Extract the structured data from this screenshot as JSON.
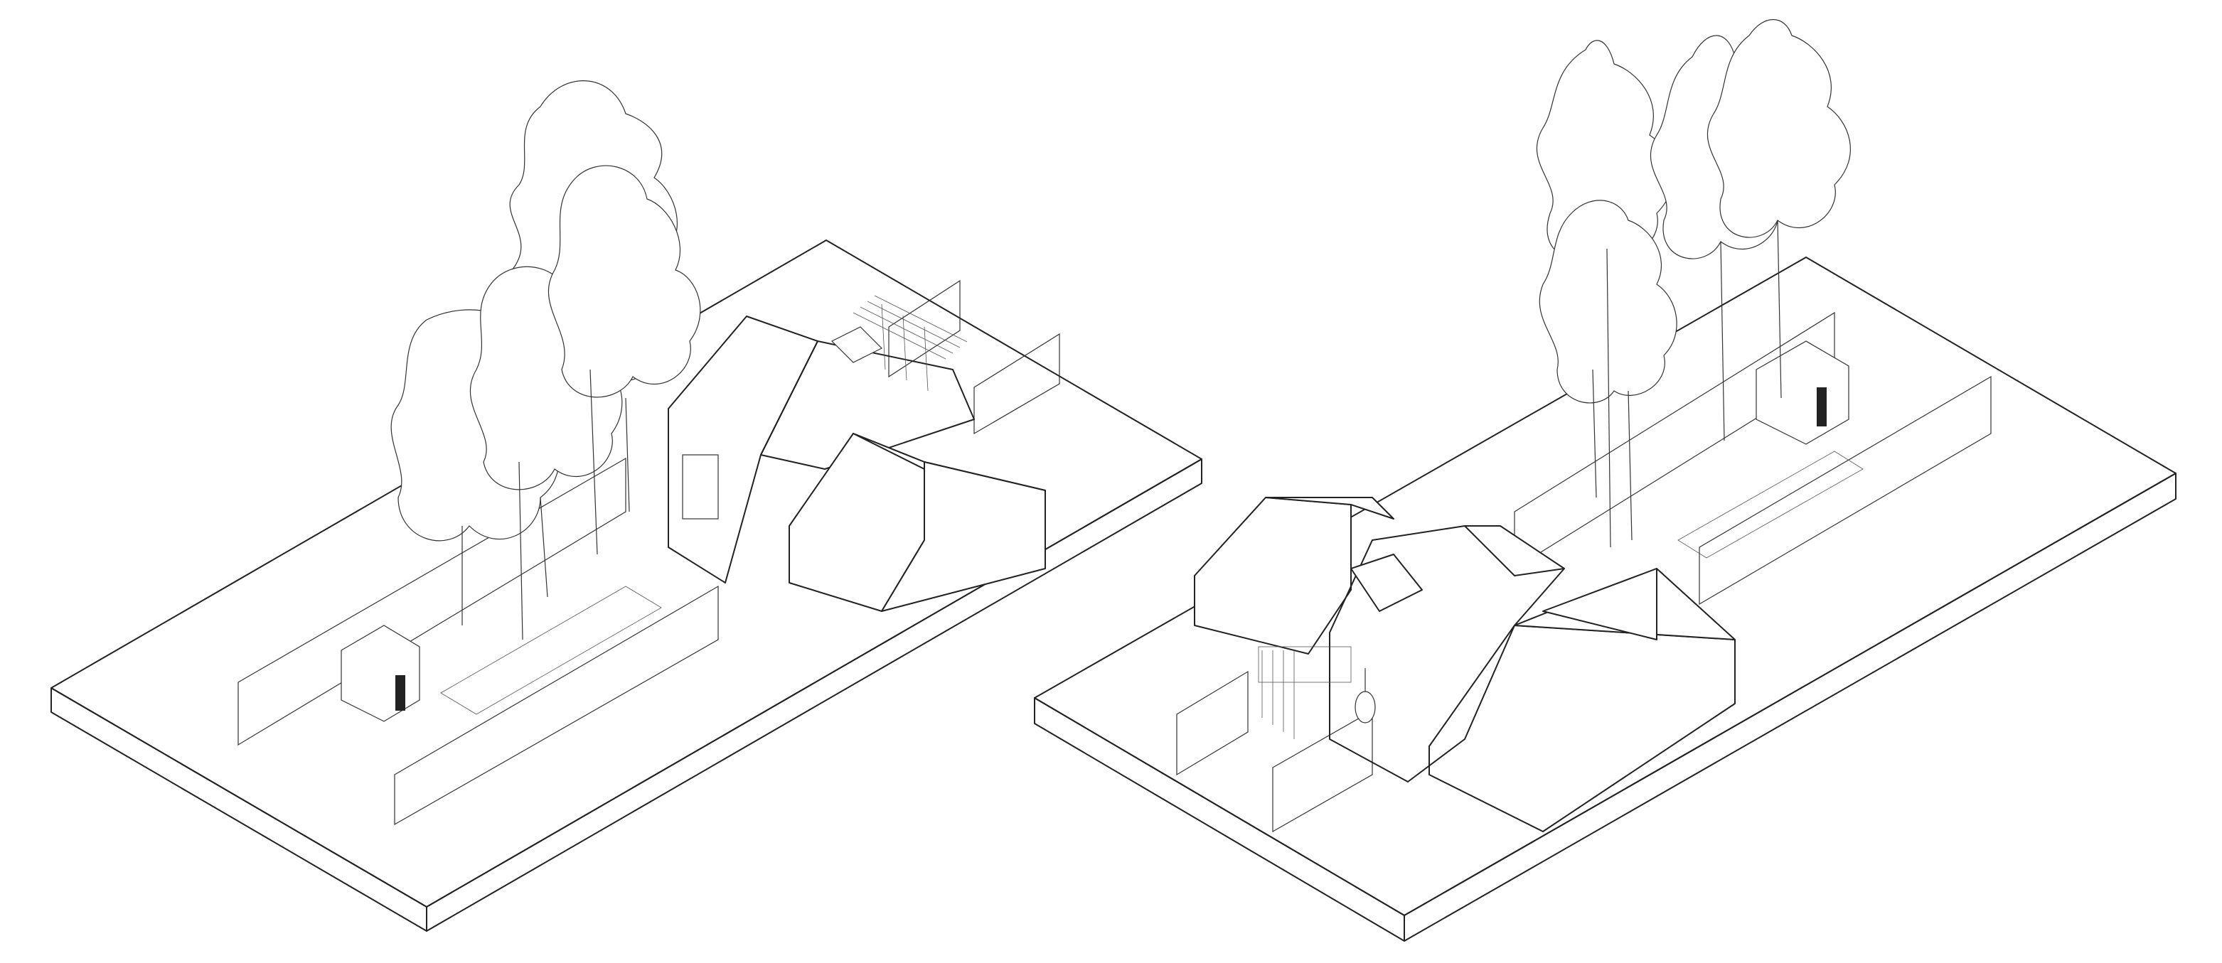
{
  "drawing": {
    "type": "axonometric-site-diagram",
    "views": [
      {
        "id": "view-1",
        "description_visible_text": ""
      },
      {
        "id": "view-2",
        "description_visible_text": ""
      }
    ],
    "palette": {
      "line": "#222222",
      "background": "#ffffff",
      "hatch": "#555555"
    },
    "icon_names": [
      "tree",
      "fence",
      "house-gable",
      "brick-extension",
      "skylight",
      "gate",
      "hanging-chair"
    ]
  }
}
